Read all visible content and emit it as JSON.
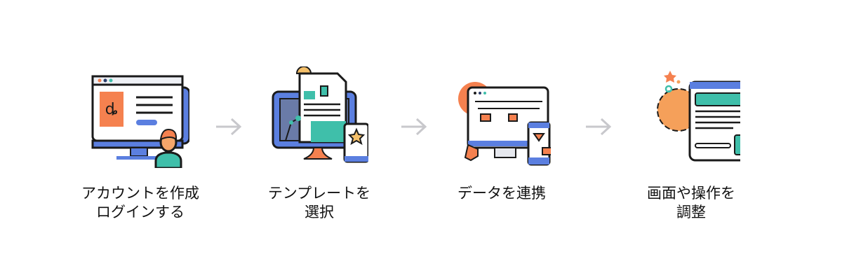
{
  "steps": [
    {
      "lines": [
        "アカウントを作成",
        "ログインする"
      ],
      "icon": "computer-user-login-icon"
    },
    {
      "lines": [
        "テンプレートを",
        "選択"
      ],
      "icon": "template-document-icon"
    },
    {
      "lines": [
        "データを連携"
      ],
      "icon": "data-sync-devices-icon"
    },
    {
      "lines": [
        "画面や操作を",
        "調整"
      ],
      "icon": "settings-screen-icon"
    }
  ],
  "colors": {
    "blue": "#5b7fe0",
    "orange": "#f5814f",
    "teal": "#3fbfaa",
    "arrow": "#c8c8cc",
    "outline": "#1a1a1a"
  }
}
